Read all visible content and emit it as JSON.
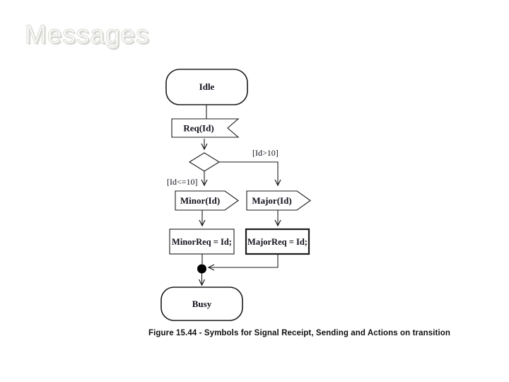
{
  "slide": {
    "title": "Messages",
    "caption": "Figure 15.44 - Symbols for Signal Receipt, Sending and Actions on transition"
  },
  "diagram": {
    "states": {
      "idle": "Idle",
      "busy": "Busy"
    },
    "signal_receipt": {
      "label": "Req(Id)"
    },
    "signal_send": {
      "minor": "Minor(Id)",
      "major": "Major(Id)"
    },
    "actions": {
      "minor": "MinorReq = Id;",
      "major": "MajorReq = Id;"
    },
    "guards": {
      "left": "[Id<=10]",
      "right": "[Id>10]"
    },
    "colors": {
      "line": "#1b1b1b",
      "node_text": "#11111c",
      "junction_fill": "#000000",
      "title_text": "#fdfdfb",
      "title_outline": "#d8d8d4",
      "background": "#ffffff"
    }
  }
}
